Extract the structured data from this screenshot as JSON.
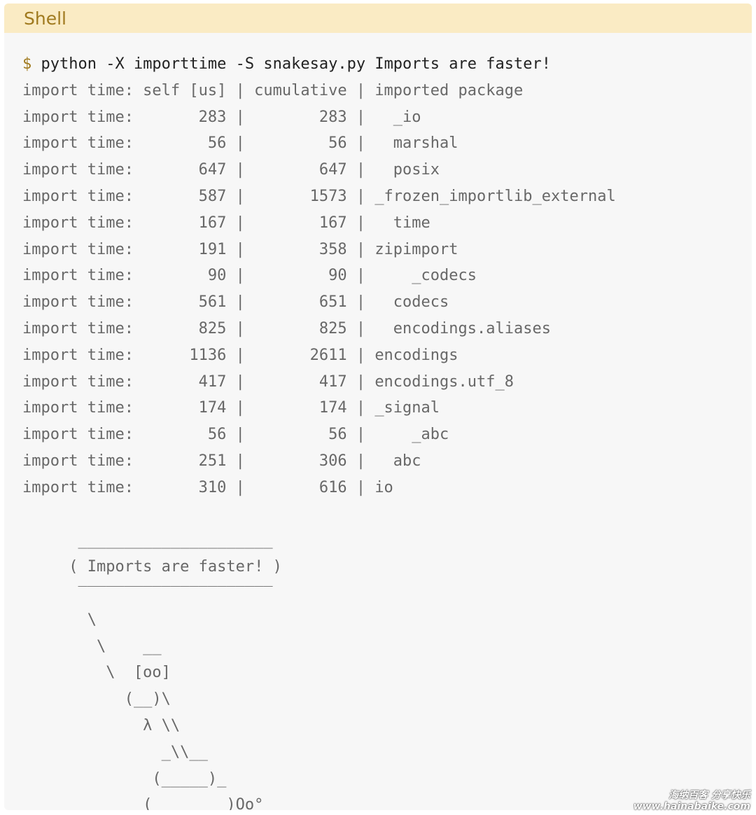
{
  "header": {
    "language": "Shell"
  },
  "code": {
    "prompt": "$",
    "command": " python -X importtime -S snakesay.py Imports are faster!",
    "lines": [
      "import time: self [us] | cumulative | imported package",
      "import time:       283 |        283 |   _io",
      "import time:        56 |         56 |   marshal",
      "import time:       647 |        647 |   posix",
      "import time:       587 |       1573 | _frozen_importlib_external",
      "import time:       167 |        167 |   time",
      "import time:       191 |        358 | zipimport",
      "import time:        90 |         90 |     _codecs",
      "import time:       561 |        651 |   codecs",
      "import time:       825 |        825 |   encodings.aliases",
      "import time:      1136 |       2611 | encodings",
      "import time:       417 |        417 | encodings.utf_8",
      "import time:       174 |        174 | _signal",
      "import time:        56 |         56 |     _abc",
      "import time:       251 |        306 |   abc",
      "import time:       310 |        616 | io",
      "",
      "      _____________________",
      "     ( Imports are faster! )",
      "      ‾‾‾‾‾‾‾‾‾‾‾‾‾‾‾‾‾‾‾‾‾",
      "       \\",
      "        \\    __",
      "         \\  [oo]",
      "           (__)\\",
      "             λ \\\\",
      "               _\\\\__",
      "              (_____)_",
      "             (________)Oo°"
    ]
  },
  "watermark": {
    "line1": "海纳百客 分享快乐",
    "line2": "www.hainabaike.com"
  }
}
